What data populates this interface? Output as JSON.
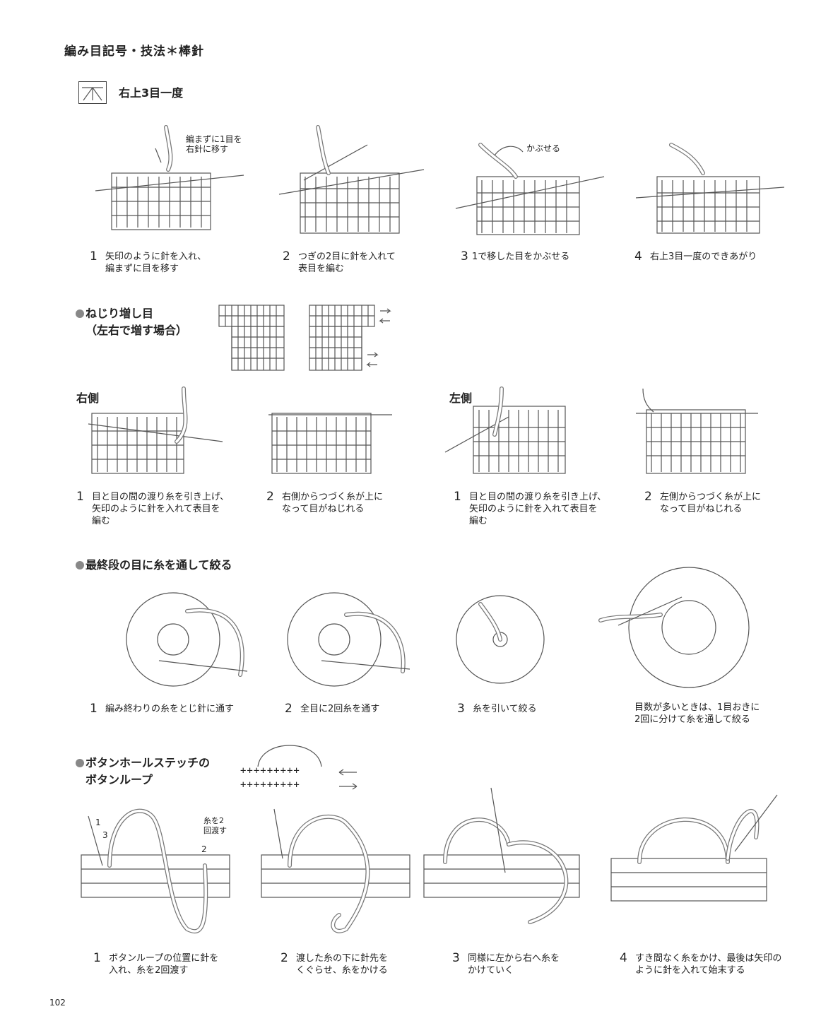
{
  "header": {
    "title": "編み目記号・技法＊棒針"
  },
  "section1": {
    "title": "右上3目一度",
    "notes": {
      "slip": "編まずに1目を\n右針に移す",
      "cover": "かぶせる"
    },
    "steps": [
      {
        "num": "1",
        "text": "矢印のように針を入れ、\n編まずに目を移す"
      },
      {
        "num": "2",
        "text": "つぎの2目に針を入れて\n表目を編む"
      },
      {
        "num": "3",
        "text": "1で移した目をかぶせる"
      },
      {
        "num": "4",
        "text": "右上3目一度のできあがり"
      }
    ]
  },
  "section2": {
    "title_line1": "ねじり増し目",
    "title_line2": "（左右で増す場合）",
    "right_label": "右側",
    "left_label": "左側",
    "steps": [
      {
        "num": "1",
        "text": "目と目の間の渡り糸を引き上げ、\n矢印のように針を入れて表目を\n編む"
      },
      {
        "num": "2",
        "text": "右側からつづく糸が上に\nなって目がねじれる"
      },
      {
        "num": "1",
        "text": "目と目の間の渡り糸を引き上げ、\n矢印のように針を入れて表目を\n編む"
      },
      {
        "num": "2",
        "text": "左側からつづく糸が上に\nなって目がねじれる"
      }
    ]
  },
  "section3": {
    "title": "最終段の目に糸を通して絞る",
    "steps": [
      {
        "num": "1",
        "text": "編み終わりの糸をとじ針に通す"
      },
      {
        "num": "2",
        "text": "全目に2回糸を通す"
      },
      {
        "num": "3",
        "text": "糸を引いて絞る"
      },
      {
        "num": "",
        "text": "目数が多いときは、1目おきに\n2回に分けて糸を通して絞る"
      }
    ]
  },
  "section4": {
    "title_line1": "ボタンホールステッチの",
    "title_line2": "ボタンループ",
    "symbol_row": "+++++++++",
    "note_twice": "糸を2回渡す",
    "marks": {
      "m1": "1",
      "m2": "2",
      "m3": "3"
    },
    "steps": [
      {
        "num": "1",
        "text": "ボタンループの位置に針を\n入れ、糸を2回渡す"
      },
      {
        "num": "2",
        "text": "渡した糸の下に針先を\nくぐらせ、糸をかける"
      },
      {
        "num": "3",
        "text": "同様に左から右へ糸を\nかけていく"
      },
      {
        "num": "4",
        "text": "すき間なく糸をかけ、最後は矢印の\nように針を入れて始末する"
      }
    ]
  },
  "page": {
    "number": "102"
  },
  "colors": {
    "text": "#222222",
    "line": "#555555",
    "yarn": "#777777",
    "dot": "#888888"
  },
  "icons": [
    "right-top-3-together-symbol",
    "needle",
    "knit-swatch",
    "stitch-chart",
    "arrow-right",
    "arrow-left"
  ]
}
